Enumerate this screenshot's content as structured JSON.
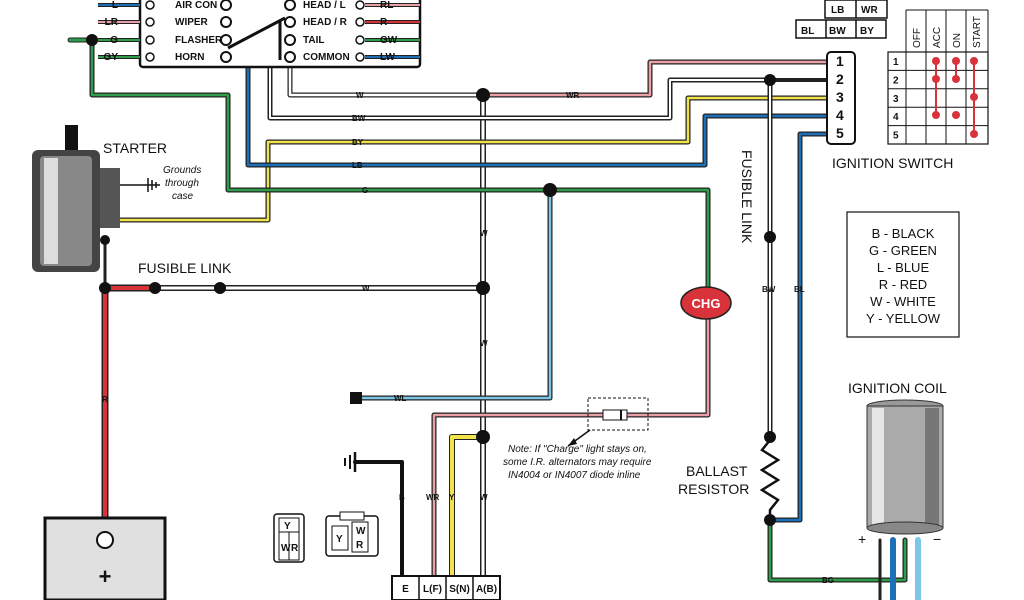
{
  "switch_box": {
    "left_wires": [
      "L",
      "LR",
      "G",
      "GY"
    ],
    "left_labels": [
      "AIR CON",
      "WIPER",
      "FLASHER",
      "HORN"
    ],
    "right_labels": [
      "HEAD / L",
      "HEAD / R",
      "TAIL",
      "COMMON"
    ],
    "right_wires": [
      "RL",
      "R",
      "GW",
      "LW"
    ]
  },
  "starter": {
    "title": "STARTER",
    "ground_note": [
      "Grounds",
      "through",
      "case"
    ]
  },
  "fusible_link_h": "FUSIBLE LINK",
  "fusible_link_v": "FUSIBLE LINK",
  "bus_wires": {
    "w": "W",
    "wr": "WR",
    "bw": "BW",
    "by": "BY",
    "lb": "LB",
    "g": "G"
  },
  "mid_wires": {
    "w1": "W",
    "w2": "W",
    "w3": "W",
    "w4": "W",
    "wl": "WL",
    "r": "R"
  },
  "chg": "CHG",
  "connector_tags": {
    "top": [
      "LB",
      "WR"
    ],
    "bottom": [
      "BL",
      "BW",
      "BY"
    ]
  },
  "ignition_switch": {
    "title": "IGNITION SWITCH",
    "terminals": [
      "1",
      "2",
      "3",
      "4",
      "5"
    ],
    "positions": [
      "OFF",
      "ACC",
      "ON",
      "START"
    ]
  },
  "legend": [
    "B - BLACK",
    "G - GREEN",
    "L - BLUE",
    "R - RED",
    "W - WHITE",
    "Y - YELLOW"
  ],
  "ignition_coil": {
    "title": "IGNITION COIL",
    "plus": "+",
    "minus": "−"
  },
  "ballast": [
    "BALLAST",
    "RESISTOR"
  ],
  "right_wires": {
    "bw": "BW",
    "bl": "BL",
    "bg": "BG"
  },
  "note": [
    "Note: If \"Charge\" light stays on,",
    "some I.R. alternators may require",
    "IN4004 or IN4007 diode inline"
  ],
  "alternator": {
    "terminals": [
      "E",
      "L(F)",
      "S(N)",
      "A(B)"
    ],
    "wires": {
      "b": "B",
      "wr": "WR",
      "y": "Y",
      "w": "W"
    }
  },
  "plug_a": [
    "Y",
    "W",
    "R"
  ],
  "plug_b": [
    "Y",
    "W",
    "R"
  ],
  "battery": {
    "plus": "+"
  },
  "colors": {
    "red": "#d8323a",
    "green": "#2e9e4a",
    "blue": "#1d6fb8",
    "yellow": "#f2e34a",
    "pink": "#e8a0a6",
    "light_blue": "#7cc6e8"
  }
}
